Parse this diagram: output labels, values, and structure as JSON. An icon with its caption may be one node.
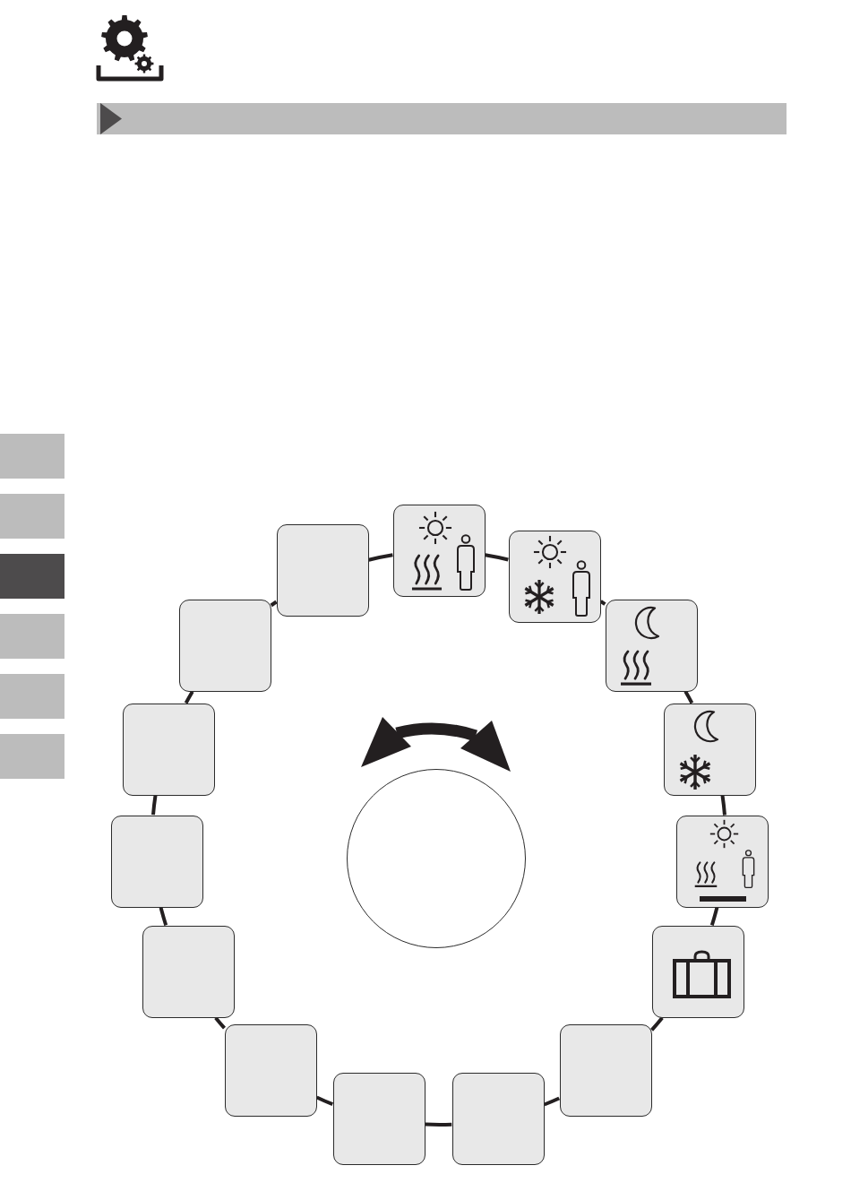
{
  "diagram": {
    "nodes": [
      {
        "text": [],
        "shape": "box"
      },
      {
        "text": [],
        "shape": "box"
      },
      {
        "text": [],
        "shape": "box"
      },
      {
        "text": [],
        "shape": "box"
      },
      {
        "text": [],
        "shape": "box"
      },
      {
        "text": [],
        "shape": "box"
      },
      {
        "text": [],
        "shape": "box"
      },
      {
        "text": [],
        "shape": "box"
      },
      {
        "text": [],
        "shape": "box"
      },
      {
        "text": [],
        "shape": "box"
      },
      {
        "text": [],
        "shape": "box"
      },
      {
        "text": [],
        "shape": "box"
      },
      {
        "text": [],
        "shape": "box"
      },
      {
        "text": [],
        "shape": "box"
      },
      {
        "text": [],
        "shape": "box"
      },
      {
        "text": [],
        "shape": "circle"
      }
    ],
    "edges": [
      {
        "from": 0,
        "to": 1,
        "arrow": "none"
      },
      {
        "from": 1,
        "to": 2,
        "arrow": "none"
      },
      {
        "from": 2,
        "to": 3,
        "arrow": "none"
      },
      {
        "from": 3,
        "to": 4,
        "arrow": "none"
      },
      {
        "from": 4,
        "to": 5,
        "arrow": "none"
      },
      {
        "from": 5,
        "to": 6,
        "arrow": "none"
      },
      {
        "from": 6,
        "to": 7,
        "arrow": "none"
      },
      {
        "from": 7,
        "to": 8,
        "arrow": "none"
      },
      {
        "from": 8,
        "to": 9,
        "arrow": "none"
      },
      {
        "from": 9,
        "to": 10,
        "arrow": "none"
      },
      {
        "from": 10,
        "to": 11,
        "arrow": "none"
      },
      {
        "from": 11,
        "to": 12,
        "arrow": "none"
      },
      {
        "from": 12,
        "to": 13,
        "arrow": "none"
      },
      {
        "from": 13,
        "to": 14,
        "arrow": "none"
      },
      {
        "from": 14,
        "to": 0,
        "arrow": "none"
      }
    ]
  }
}
